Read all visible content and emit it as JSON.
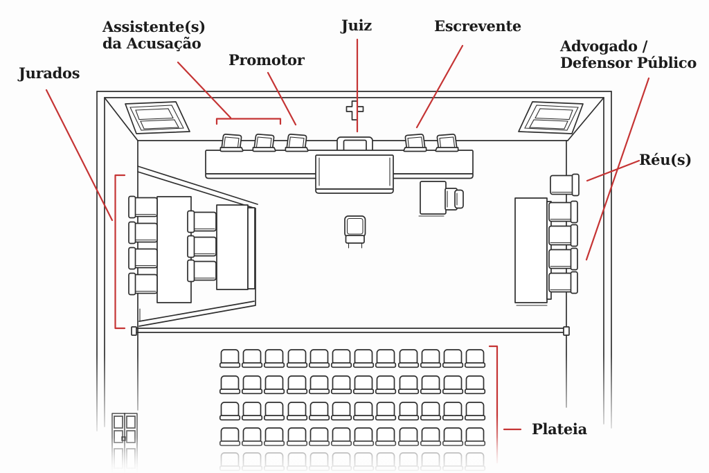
{
  "colors": {
    "background": "#fdfdfd",
    "line_dark": "#2e2e2e",
    "label_text": "#1c1c1c",
    "annotation_red": "#c53434"
  },
  "labels": {
    "jurados": {
      "line1": "Jurados"
    },
    "assistentes": {
      "line1": "Assistente(s)",
      "line2": "da Acusação"
    },
    "promotor": {
      "line1": "Promotor"
    },
    "juiz": {
      "line1": "Juiz"
    },
    "escrevente": {
      "line1": "Escrevente"
    },
    "advogado": {
      "line1": "Advogado /",
      "line2": "Defensor Público"
    },
    "reus": {
      "line1": "Réu(s)"
    },
    "plateia": {
      "line1": "Plateia"
    }
  },
  "furniture": {
    "jury_chairs": 7,
    "jury_benches": 2,
    "prosecution_side_chairs": 3,
    "escrevente_chairs": 2,
    "judge_chair": 1,
    "witness_chair": 1,
    "side_desk_chair": 1,
    "defense_chairs": 5,
    "audience_rows": 5,
    "audience_chairs_per_row": 12
  },
  "features": [
    "courtroom floor plan line drawing",
    "crucifix on back wall",
    "corner window left",
    "corner window right",
    "judge bench with raised desk",
    "jury box platform",
    "defense table",
    "bar railing",
    "entrance door",
    "audience seating"
  ]
}
